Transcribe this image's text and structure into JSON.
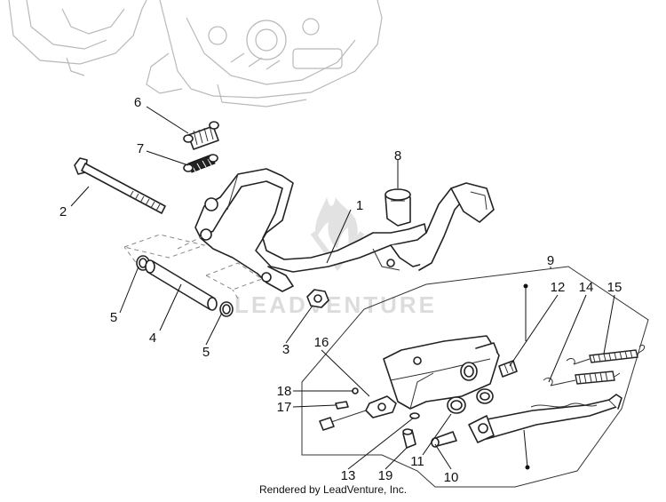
{
  "callouts": {
    "c1": "1",
    "c2": "2",
    "c3": "3",
    "c4": "4",
    "c5a": "5",
    "c5b": "5",
    "c6": "6",
    "c7": "7",
    "c8": "8",
    "c9": "9",
    "c10": "10",
    "c11": "11",
    "c12": "12",
    "c13": "13",
    "c14": "14",
    "c15": "15",
    "c16": "16",
    "c17": "17",
    "c18": "18",
    "c19": "19"
  },
  "watermark": "LEADVENTURE",
  "footer": "Rendered by LeadVenture, Inc."
}
